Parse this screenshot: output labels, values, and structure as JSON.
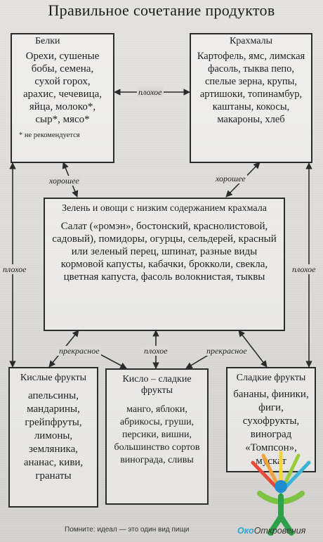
{
  "title": "Правильное сочетание продуктов",
  "boxes": {
    "proteins": {
      "head": "Белки",
      "body": "Орехи, сушеные бобы, семена, сухой горох, арахис, чечевица, яйца, молоко*, сыр*, мясо*",
      "note": "* не рекомендуется"
    },
    "starches": {
      "head": "Крахмалы",
      "body": "Картофель, ямс, лимская фасоль, тыква пепо, спелые зерна, крупы, артишоки, топинамбур, каштаны, кокосы, макароны, хлеб"
    },
    "greens": {
      "head": "Зелень и овощи с низким содержанием крахмала",
      "body": "Салат («ромэн», бостонский, краснолистовой, садовый), помидоры, огурцы, сельдерей, красный или зеленый перец, шпинат, разные виды кормовой капусты, кабачки, брокколи, свекла, цветная капуста, фасоль волокнистая, тыквы"
    },
    "acid_fruits": {
      "head": "Кислые фрукты",
      "body": "апельсины, мандарины, грейпфруты, лимоны, земляника, ананас, киви, гранаты"
    },
    "sub_acid_fruits": {
      "head": "Кисло – сладкие фрукты",
      "body": "манго, яблоки, абрикосы, груши, персики, вишни, большинство сортов винограда, сливы"
    },
    "sweet_fruits": {
      "head": "Сладкие фрукты",
      "body": "бананы, финики, фиги, сухофрукты, виноград «Томпсон», мускат"
    }
  },
  "edges": {
    "proteins_starches": "плохое",
    "proteins_greens": "хорошее",
    "starches_greens": "хорошее",
    "proteins_acid": "плохое",
    "starches_sweet": "плохое",
    "greens_acid": "прекрасное",
    "greens_sub_acid": "плохое",
    "greens_sweet": "прекрасное"
  },
  "footer": "Помните: идеал — это один вид пищи",
  "watermark": {
    "part1": "Око",
    "part2": "Откровения"
  }
}
